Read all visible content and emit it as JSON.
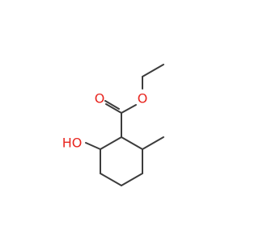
{
  "molecule": {
    "bond_color": "#3c3c3c",
    "oxygen_color": "#e8251f",
    "labels": {
      "carbonyl_oxygen": "O",
      "ester_oxygen": "O",
      "hydroxyl": "HO"
    }
  }
}
